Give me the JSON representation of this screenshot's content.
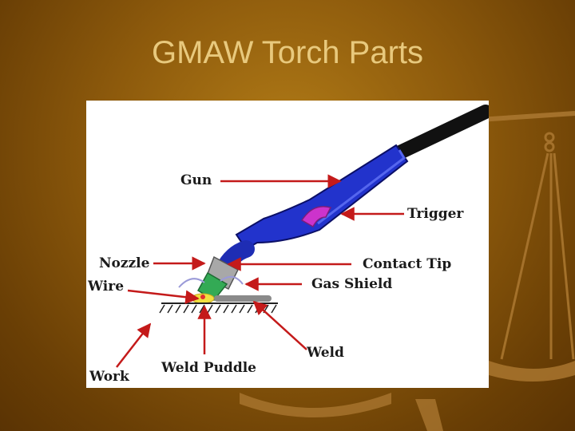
{
  "slide": {
    "title": "GMAW Torch Parts"
  },
  "diagram": {
    "labels": {
      "gun": "Gun",
      "trigger": "Trigger",
      "nozzle": "Nozzle",
      "contact_tip": "Contact Tip",
      "wire": "Wire",
      "gas_shield": "Gas Shield",
      "weld": "Weld",
      "work": "Work",
      "weld_puddle": "Weld Puddle"
    }
  },
  "colors": {
    "background": "#8d5a0c",
    "title_text": "#e8c97d",
    "torch_body": "#2233cc",
    "trigger": "#cc33cc",
    "nozzle": "#a0a0a0",
    "contact_tip": "#33aa55",
    "cable": "#111111",
    "arrow": "#c41a1a",
    "weld_puddle": "#f0e040"
  }
}
